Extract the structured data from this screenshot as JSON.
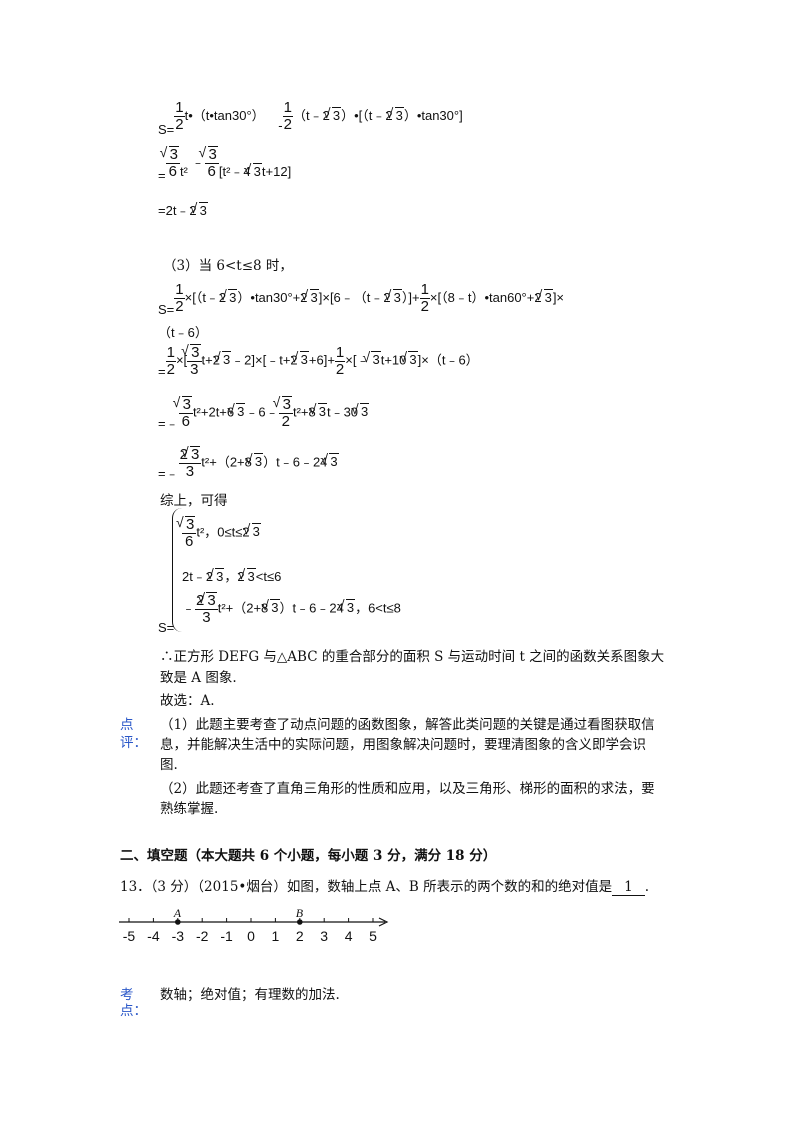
{
  "lines": {
    "l1": "S=",
    "l1_rest_a": "t•（t•tan30°）",
    "l1_minus": "-",
    "l1_rest_b": "（t﹣2",
    "l1_rest_c": "）•[（t﹣2",
    "l1_rest_d": "）•tan30°]",
    "l2_eq": "=",
    "l2_t2": "t²",
    "l2_minus": "﹣",
    "l2_bracket": "[t²﹣4",
    "l2_bracket_end": "t+12]",
    "l3": "=2t﹣2",
    "case3_title": "（3）当 6<t≤8 时，",
    "l5_s": "S=",
    "l5_a": "×[（t﹣2",
    "l5_b": "）•tan30°+2",
    "l5_c": "]×[6﹣（t﹣2",
    "l5_d": "）]+",
    "l5_e": "×[（8﹣t）•tan60°+2",
    "l5_f": "]×",
    "l5_g": "（t﹣6）",
    "l6_eq": "=",
    "l6_a": "×[",
    "l6_b": "t+2",
    "l6_c": "﹣2]×[﹣t+2",
    "l6_d": "+6]+",
    "l6_e": "×[﹣",
    "l6_f": "t+10",
    "l6_g": "]×（t﹣6）",
    "l7_eq": "=﹣",
    "l7_a": "t²+2t+6",
    "l7_b": "﹣6﹣",
    "l7_c": "t²+8",
    "l7_d": "t﹣30",
    "l8_eq": "=﹣",
    "l8_a": "t²+（2+8",
    "l8_b": "）t﹣6﹣24",
    "summary": "综上，可得",
    "case_a": "t²，0≤t≤2",
    "case_b": "2t﹣2",
    "case_b2": "，2",
    "case_b3": "<t≤6",
    "case_c_minus": "﹣",
    "case_c": "t²+（2+8",
    "case_c2": "）t﹣6﹣24",
    "case_c3": "，6<t≤8",
    "case_s": "S=",
    "conclusion1": "∴正方形 DEFG 与△ABC 的重合部分的面积 S 与运动时间 t 之间的函数关系图象大",
    "conclusion2": "致是 A 图象.",
    "answer": "故选：A."
  },
  "frac": {
    "one": "1",
    "two": "2",
    "three": "3",
    "six": "6",
    "sqrt3": "3",
    "two_sqrt3_num": "2"
  },
  "comment": {
    "label1": "点",
    "label2": "评：",
    "p1a": "（1）此题主要考查了动点问题的函数图象，解答此类问题的关键是通过看图获取信",
    "p1b": "息，并能解决生活中的实际问题，用图象解决问题时，要理清图象的含义即学会识",
    "p1c": "图.",
    "p2a": "（2）此题还考查了直角三角形的性质和应用，以及三角形、梯形的面积的求法，要",
    "p2b": "熟练掌握."
  },
  "section": {
    "heading": "二、填空题（本大题共 6 个小题，每小题 3 分，满分 18 分）"
  },
  "q13": {
    "text": "13．（3 分）（2015•烟台）如图，数轴上点 A、B 所表示的两个数的和的绝对值是",
    "answer": "1",
    "end": "."
  },
  "numberline": {
    "ticks": [
      "-5",
      "-4",
      "-3",
      "-2",
      "-1",
      "0",
      "1",
      "2",
      "3",
      "4",
      "5"
    ],
    "point_a_label": "A",
    "point_a_value": -3,
    "point_b_label": "B",
    "point_b_value": 2
  },
  "kaodian": {
    "label1": "考",
    "label2": "点：",
    "text": "数轴；绝对值；有理数的加法."
  }
}
